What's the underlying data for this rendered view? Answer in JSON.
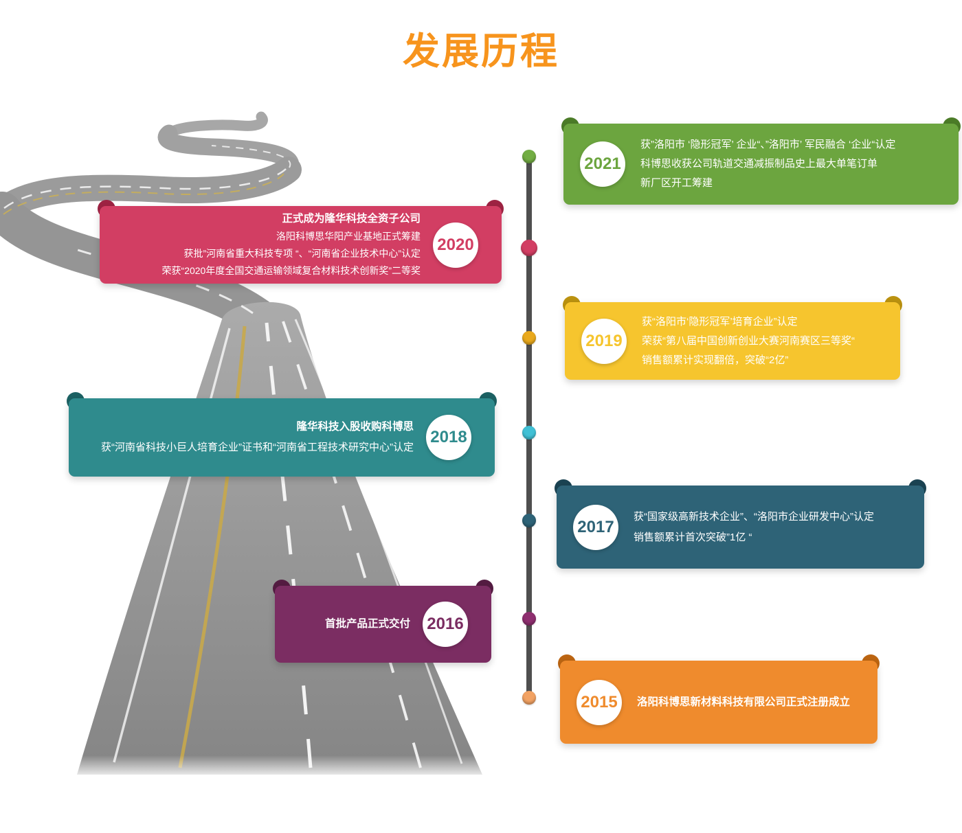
{
  "page": {
    "title": "发展历程",
    "title_color": "#f7941d"
  },
  "timeline": {
    "line_color": "#4f4f4f",
    "items": [
      {
        "year": "2021",
        "side": "right",
        "color": "#6ca53f",
        "dot_color": "#72ad43",
        "lines": [
          "获”洛阳市 ‘隐形冠军’ 企业“、”洛阳市’ 军民融合 ‘企业“认定",
          "科博思收获公司轨道交通减振制品史上最大单笔订单",
          "新厂区开工筹建"
        ]
      },
      {
        "year": "2020",
        "side": "left",
        "color": "#d23e63",
        "dot_color": "#d23e63",
        "lines": [
          "正式成为隆华科技全资子公司",
          "洛阳科博思华阳产业基地正式筹建",
          "获批”河南省重大科技专项 “、“河南省企业技术中心”认定",
          "荣获“2020年度全国交通运输领域复合材料技术创新奖”二等奖"
        ]
      },
      {
        "year": "2019",
        "side": "right",
        "color": "#f6c52e",
        "dot_color": "#e9a91d",
        "lines": [
          "获“洛阳市‘隐形冠军’培育企业”认定",
          "荣获“第八届中国创新创业大赛河南赛区三等奖“",
          "销售额累计实现翻倍，突破“2亿”"
        ]
      },
      {
        "year": "2018",
        "side": "left",
        "color": "#2f8b8d",
        "dot_color": "#41c0d5",
        "lines": [
          "隆华科技入股收购科博思",
          "获“河南省科技小巨人培育企业”证书和“河南省工程技术研究中心”认定"
        ]
      },
      {
        "year": "2017",
        "side": "right",
        "color": "#2e6377",
        "dot_color": "#2e6377",
        "lines": [
          "获“国家级高新技术企业”、“洛阳市企业研发中心”认定",
          "销售额累计首次突破”1亿 “"
        ]
      },
      {
        "year": "2016",
        "side": "left",
        "color": "#7b2d62",
        "dot_color": "#8e2f6f",
        "lines": [
          "首批产品正式交付"
        ]
      },
      {
        "year": "2015",
        "side": "right",
        "color": "#ef8b2d",
        "dot_color": "#f2a263",
        "lines": [
          "洛阳科博思新材料科技有限公司正式注册成立"
        ]
      }
    ]
  }
}
